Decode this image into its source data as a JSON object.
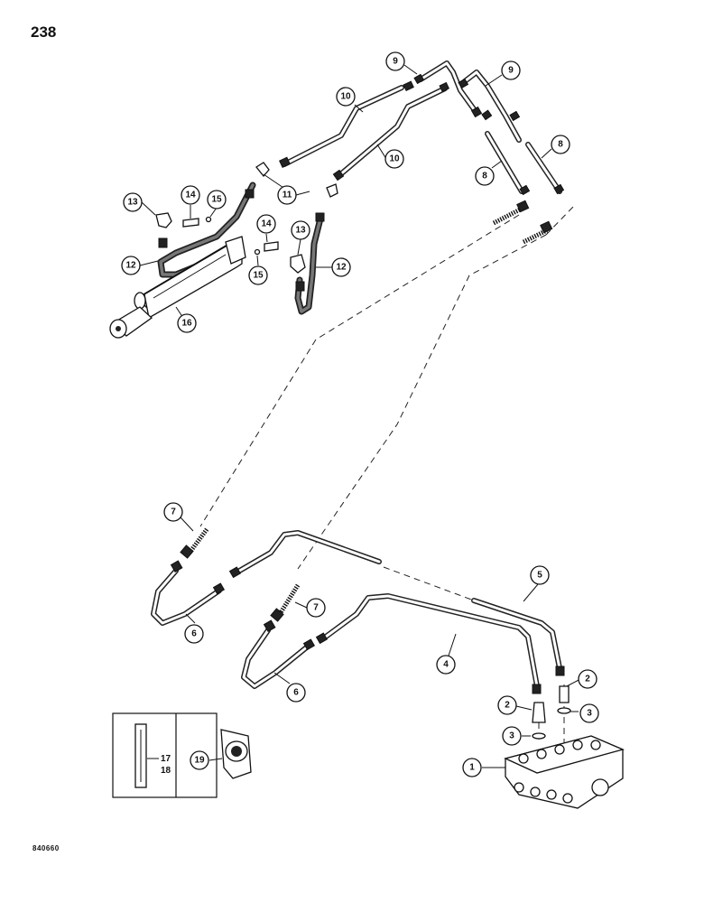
{
  "page_number": "238",
  "figure_code": "840660",
  "callouts": {
    "c1": "1",
    "c2a": "2",
    "c2b": "2",
    "c3a": "3",
    "c3b": "3",
    "c4": "4",
    "c5": "5",
    "c6a": "6",
    "c6b": "6",
    "c7a": "7",
    "c7b": "7",
    "c8a": "8",
    "c8b": "8",
    "c9a": "9",
    "c9b": "9",
    "c10a": "10",
    "c10b": "10",
    "c11": "11",
    "c12a": "12",
    "c12b": "12",
    "c13a": "13",
    "c13b": "13",
    "c14a": "14",
    "c14b": "14",
    "c15a": "15",
    "c15b": "15",
    "c16": "16",
    "c19": "19"
  },
  "inset": {
    "label_17": "17",
    "label_18": "18"
  }
}
